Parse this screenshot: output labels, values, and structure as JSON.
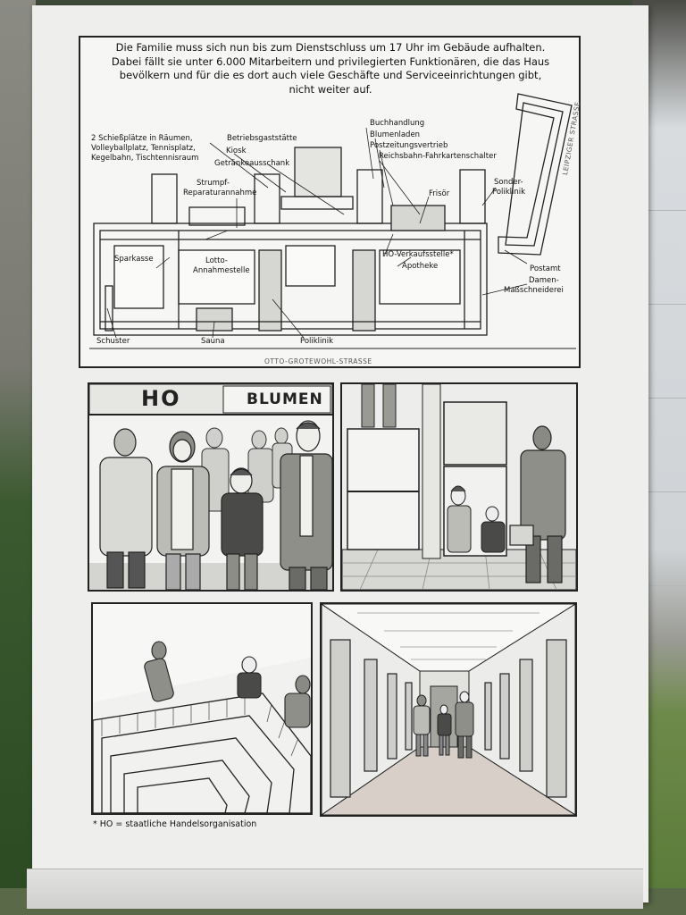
{
  "intro_lines": [
    "Die Familie muss sich nun bis zum Dienstschluss um 17 Uhr im Gebäude aufhalten.",
    "Dabei fällt sie unter 6.000 Mitarbeitern und privilegierten Funktionären, die das Haus",
    "bevölkern und für die es dort auch viele Geschäfte und Serviceeinrichtungen gibt,",
    "nicht weiter auf."
  ],
  "map_labels": {
    "sport_1": "2 Schießplätze in Räumen,",
    "sport_2": "Volleyballplatz, Tennisplatz,",
    "sport_3": "Kegelbahn, Tischtennisraum",
    "betriebsgaststaette": "Betriebsgaststätte",
    "kiosk": "Kiosk",
    "getraenke": "Getränkeausschank",
    "strumpf_1": "Strumpf-",
    "strumpf_2": "Reparaturannahme",
    "buchhandlung": "Buchhandlung",
    "blumenladen": "Blumenladen",
    "postzeitung": "Postzeitungsvertrieb",
    "reichsbahn": "Reichsbahn-Fahrkartenschalter",
    "frisoer": "Frisör",
    "sonder_1": "Sonder-",
    "sonder_2": "Poliklinik",
    "sparkasse": "Sparkasse",
    "lotto_1": "Lotto-",
    "lotto_2": "Annahmestelle",
    "ho": "HO-Verkaufsstelle*",
    "apotheke": "Apotheke",
    "postamt": "Postamt",
    "damen_1": "Damen-",
    "damen_2": "Maßschneiderei",
    "schuster": "Schuster",
    "sauna": "Sauna",
    "poliklinik": "Poliklinik"
  },
  "streets": {
    "bottom": "OTTO-GROTEWOHL-STRASSE",
    "right": "LEIPZIGER STRASSE"
  },
  "signs": {
    "ho": "HO",
    "blumen": "BLUMEN"
  },
  "footnote": "* HO = staatliche Handelsorganisation"
}
